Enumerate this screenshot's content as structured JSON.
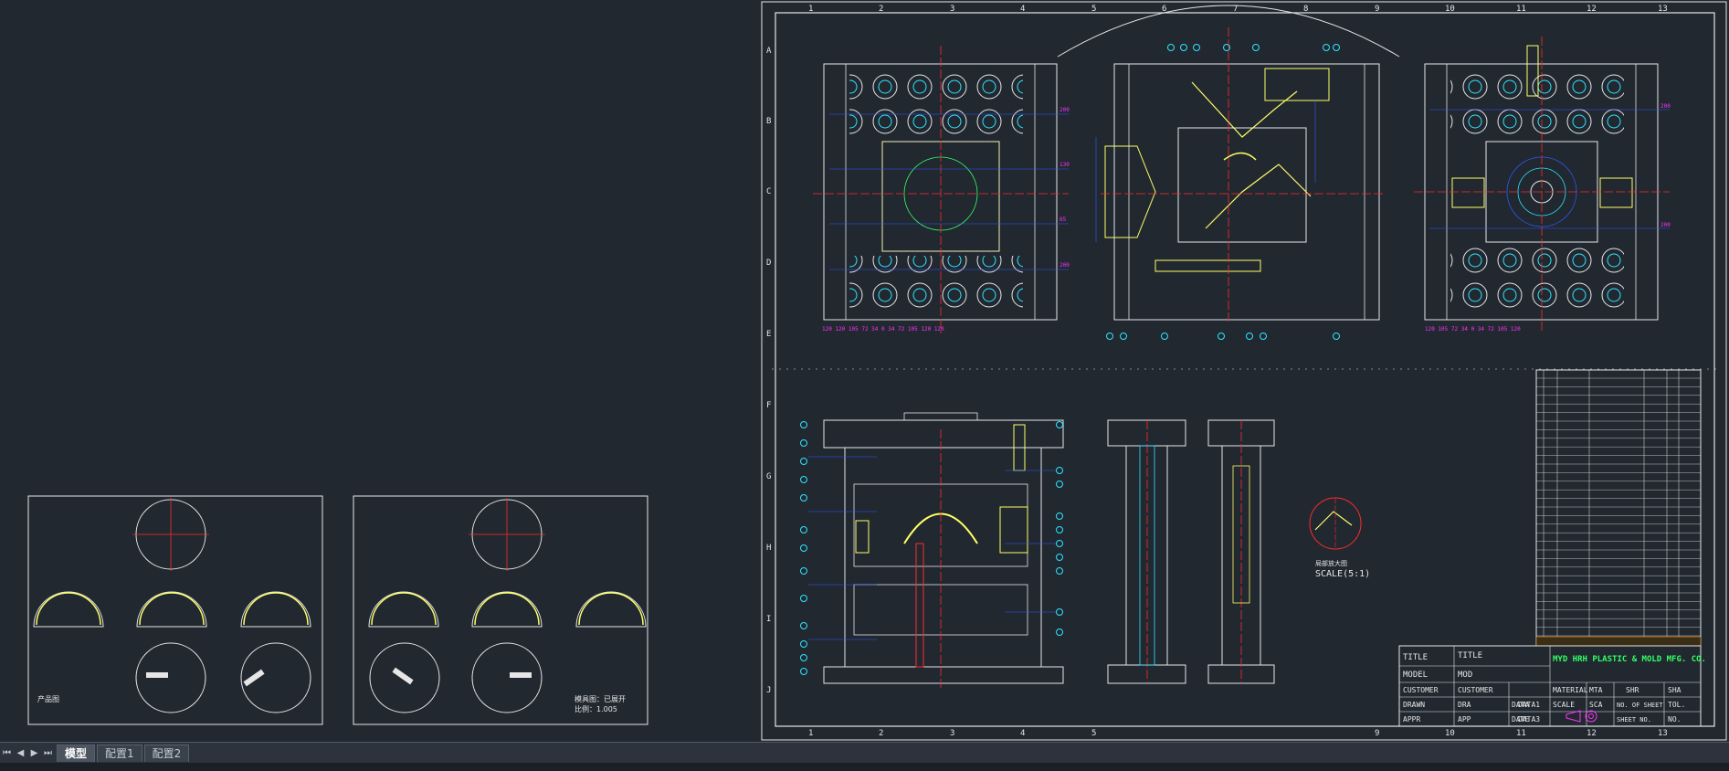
{
  "layout_tabs": {
    "items": [
      {
        "label": "模型",
        "active": true
      },
      {
        "label": "配置1",
        "active": false
      },
      {
        "label": "配置2",
        "active": false
      }
    ]
  },
  "layout_nav": {
    "first": "⏮",
    "prev": "◀",
    "next": "▶",
    "last": "⏭"
  },
  "drawing": {
    "border_columns": [
      "1",
      "2",
      "3",
      "4",
      "5",
      "6",
      "7",
      "8",
      "9",
      "10",
      "11",
      "12",
      "13"
    ],
    "border_rows": [
      "A",
      "B",
      "C",
      "D",
      "E",
      "F",
      "G",
      "H",
      "I",
      "J"
    ],
    "detail_label": "局部放大图",
    "detail_scale": "SCALE(5:1)",
    "preview_left_label": "产品图",
    "preview_right_label": "模具图：已展开",
    "preview_right_scale": "比例：1.005"
  },
  "title_block": {
    "title_label": "TITLE",
    "title_value": "TITLE",
    "model_label": "MODEL",
    "model_value": "MOD",
    "customer_label": "CUSTOMER",
    "customer_value": "CUSTOMER",
    "material_label": "MATERIAL",
    "material_value": "MTA",
    "shrink_label": "SHR",
    "shrink_value": "SHA",
    "drawn_label": "DRAWN",
    "drawn_value": "DRA",
    "date_label": "DATA",
    "date_value": "DATA1",
    "scale_label": "SCALE",
    "scale_value": "SCA",
    "sheet_label": "NO. OF SHEET",
    "tol_value": "TOL.",
    "approved_label": "APPR",
    "approved_value": "APP",
    "date2_label": "DATE",
    "date2_value": "DATA3",
    "sheet_no_label": "SHEET NO.",
    "no_value": "NO.",
    "company": "MYD  HRH PLASTIC & MOLD MFG. CO."
  },
  "colors": {
    "background": "#212830",
    "line_white": "#e6e6e6",
    "magenta": "#ff33ff",
    "red": "#ff2b2b",
    "blue": "#2f5bff",
    "yellow": "#ffff66",
    "cyan": "#2ee6ff",
    "green": "#33ff66"
  }
}
